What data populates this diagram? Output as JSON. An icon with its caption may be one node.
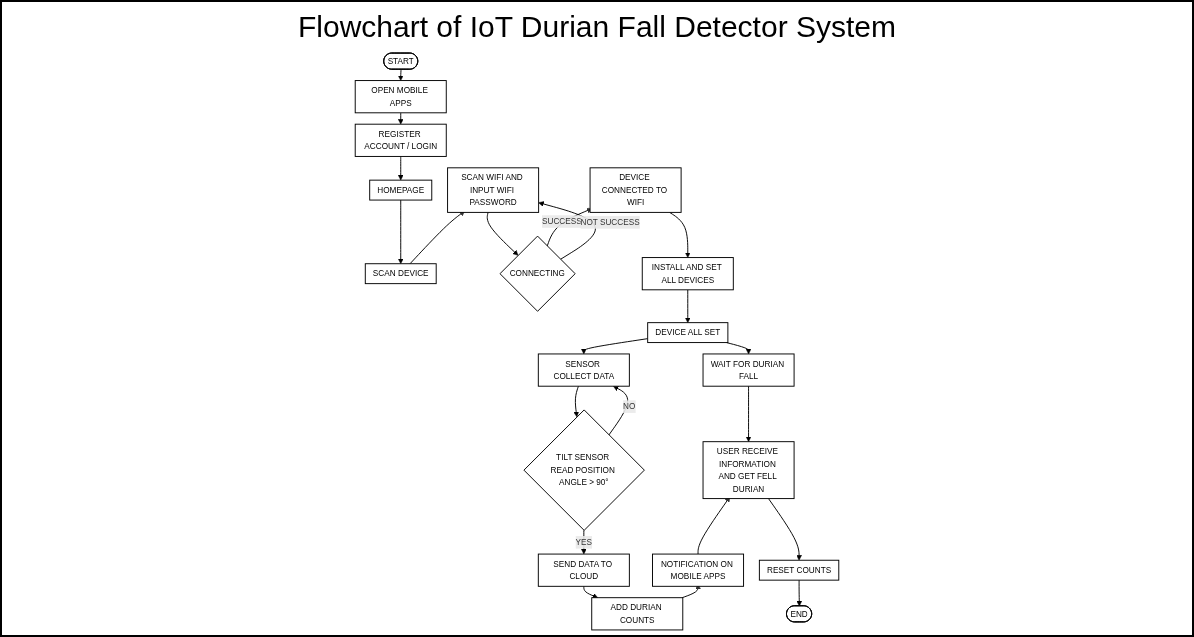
{
  "diagram": {
    "title": "Flowchart of IoT Durian Fall Detector System",
    "nodes": [
      {
        "text": [
          "START"
        ]
      },
      {
        "text": [
          "OPEN MOBILE APPS"
        ]
      },
      {
        "text": [
          "REGISTER ACCOUNT / LOGIN"
        ]
      },
      {
        "text": [
          "HOMEPAGE"
        ]
      },
      {
        "text": [
          "SCAN DEVICE"
        ]
      },
      {
        "text": [
          "SCAN WIFI AND INPUT WIFI PASSWORD"
        ]
      },
      {
        "text": [
          "CONNECTING"
        ]
      },
      {
        "text": [
          "DEVICE CONNECTED TO WIFI"
        ]
      },
      {
        "text": [
          "INSTALL AND SET ALL DEVICES"
        ]
      },
      {
        "text": [
          "DEVICE ALL SET"
        ]
      },
      {
        "text": [
          "WAIT FOR DURIAN FALL"
        ]
      },
      {
        "text": [
          "SENSOR COLLECT DATA"
        ]
      },
      {
        "text": [
          "TILT SENSOR READ POSITION ANGLE > 90°"
        ]
      },
      {
        "text": [
          "SEND DATA TO CLOUD"
        ]
      },
      {
        "text": [
          "ADD DURIAN COUNTS"
        ]
      },
      {
        "text": [
          "NOTIFICATION ON MOBILE APPS"
        ]
      },
      {
        "text": [
          "USER RECEIVE INFORMATION AND GET FELL DURIAN"
        ]
      },
      {
        "text": [
          "RESET COUNTS"
        ]
      },
      {
        "text": [
          "END"
        ]
      }
    ],
    "edges": [
      {
        "from": 0,
        "to": 1,
        "arrow": "to"
      },
      {
        "from": 1,
        "to": 2,
        "arrow": "to"
      },
      {
        "from": 2,
        "to": 3,
        "arrow": "to"
      },
      {
        "from": 3,
        "to": 4,
        "arrow": "to"
      },
      {
        "from": 4,
        "to": 5,
        "arrow": "to"
      },
      {
        "from": 5,
        "to": 6,
        "arrow": "to"
      },
      {
        "from": 6,
        "to": 7,
        "arrow": "to",
        "label": "SUCCESS"
      },
      {
        "from": 6,
        "to": 5,
        "arrow": "to",
        "label": "NOT SUCCESS"
      },
      {
        "from": 7,
        "to": 8,
        "arrow": "to"
      },
      {
        "from": 8,
        "to": 9,
        "arrow": "to"
      },
      {
        "from": 9,
        "to": 10,
        "arrow": "to"
      },
      {
        "from": 9,
        "to": 11,
        "arrow": "to"
      },
      {
        "from": 11,
        "to": 12,
        "arrow": "to"
      },
      {
        "from": 12,
        "to": 11,
        "arrow": "to",
        "label": "NO"
      },
      {
        "from": 12,
        "to": 13,
        "arrow": "to",
        "label": "YES"
      },
      {
        "from": 13,
        "to": 14,
        "arrow": "to"
      },
      {
        "from": 14,
        "to": 15,
        "arrow": "to"
      },
      {
        "from": 15,
        "to": 16,
        "arrow": "to"
      },
      {
        "from": 10,
        "to": 16,
        "arrow": "to"
      },
      {
        "from": 16,
        "to": 17,
        "arrow": "to"
      },
      {
        "from": 17,
        "to": 18,
        "arrow": "to"
      }
    ]
  }
}
